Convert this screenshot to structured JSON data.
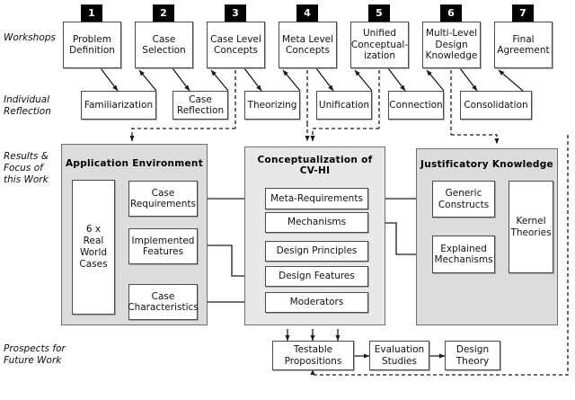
{
  "figure": {
    "type": "process-diagram",
    "row_labels": [
      {
        "id": "workshops",
        "text": "Workshops"
      },
      {
        "id": "individual-reflection",
        "text": "Individual\nReflection"
      },
      {
        "id": "results-focus",
        "text": "Results &\nFocus of\nthis Work"
      },
      {
        "id": "prospects",
        "text": "Prospects for\nFuture Work"
      }
    ],
    "workshops": [
      {
        "num": "1",
        "label": "Problem\nDefinition"
      },
      {
        "num": "2",
        "label": "Case\nSelection"
      },
      {
        "num": "3",
        "label": "Case Level\nConcepts"
      },
      {
        "num": "4",
        "label": "Meta Level\nConcepts"
      },
      {
        "num": "5",
        "label": "Unified\nConceptual-\nization"
      },
      {
        "num": "6",
        "label": "Multi-Level\nDesign\nKnowledge"
      },
      {
        "num": "7",
        "label": "Final\nAgreement"
      }
    ],
    "reflections": [
      {
        "label": "Familiarization"
      },
      {
        "label": "Case\nReflection"
      },
      {
        "label": "Theorizing"
      },
      {
        "label": "Unification"
      },
      {
        "label": "Connection"
      },
      {
        "label": "Consolidation"
      }
    ],
    "panels": [
      {
        "id": "application-environment",
        "title": "Application Environment",
        "boxes": [
          {
            "id": "real-world-cases",
            "label": "6 x\nReal\nWorld\nCases"
          },
          {
            "id": "case-requirements",
            "label": "Case\nRequirements"
          },
          {
            "id": "implemented-features",
            "label": "Implemented\nFeatures"
          },
          {
            "id": "case-characteristics",
            "label": "Case\nCharacteristics"
          }
        ]
      },
      {
        "id": "conceptualization",
        "title": "Conceptualization of\nCV-HI",
        "boxes": [
          {
            "id": "meta-requirements",
            "label": "Meta-Requirements"
          },
          {
            "id": "mechanisms",
            "label": "Mechanisms"
          },
          {
            "id": "design-principles",
            "label": "Design Principles"
          },
          {
            "id": "design-features",
            "label": "Design Features"
          },
          {
            "id": "moderators",
            "label": "Moderators"
          }
        ]
      },
      {
        "id": "justificatory-knowledge",
        "title": "Justificatory Knowledge",
        "boxes": [
          {
            "id": "generic-constructs",
            "label": "Generic\nConstructs"
          },
          {
            "id": "explained-mechanisms",
            "label": "Explained\nMechanisms"
          },
          {
            "id": "kernel-theories",
            "label": "Kernel\nTheories"
          }
        ]
      }
    ],
    "future": [
      {
        "id": "testable-propositions",
        "label": "Testable\nPropositions"
      },
      {
        "id": "evaluation-studies",
        "label": "Evaluation\nStudies"
      },
      {
        "id": "design-theory",
        "label": "Design\nTheory"
      }
    ],
    "colors": {
      "panel_fill": "#dcdcdc",
      "panel_fill_light": "#e8e8e8",
      "box_fill": "#ffffff",
      "box_stroke": "#4a4a4a",
      "tag_fill": "#000000",
      "line": "#1a1a1a"
    }
  }
}
